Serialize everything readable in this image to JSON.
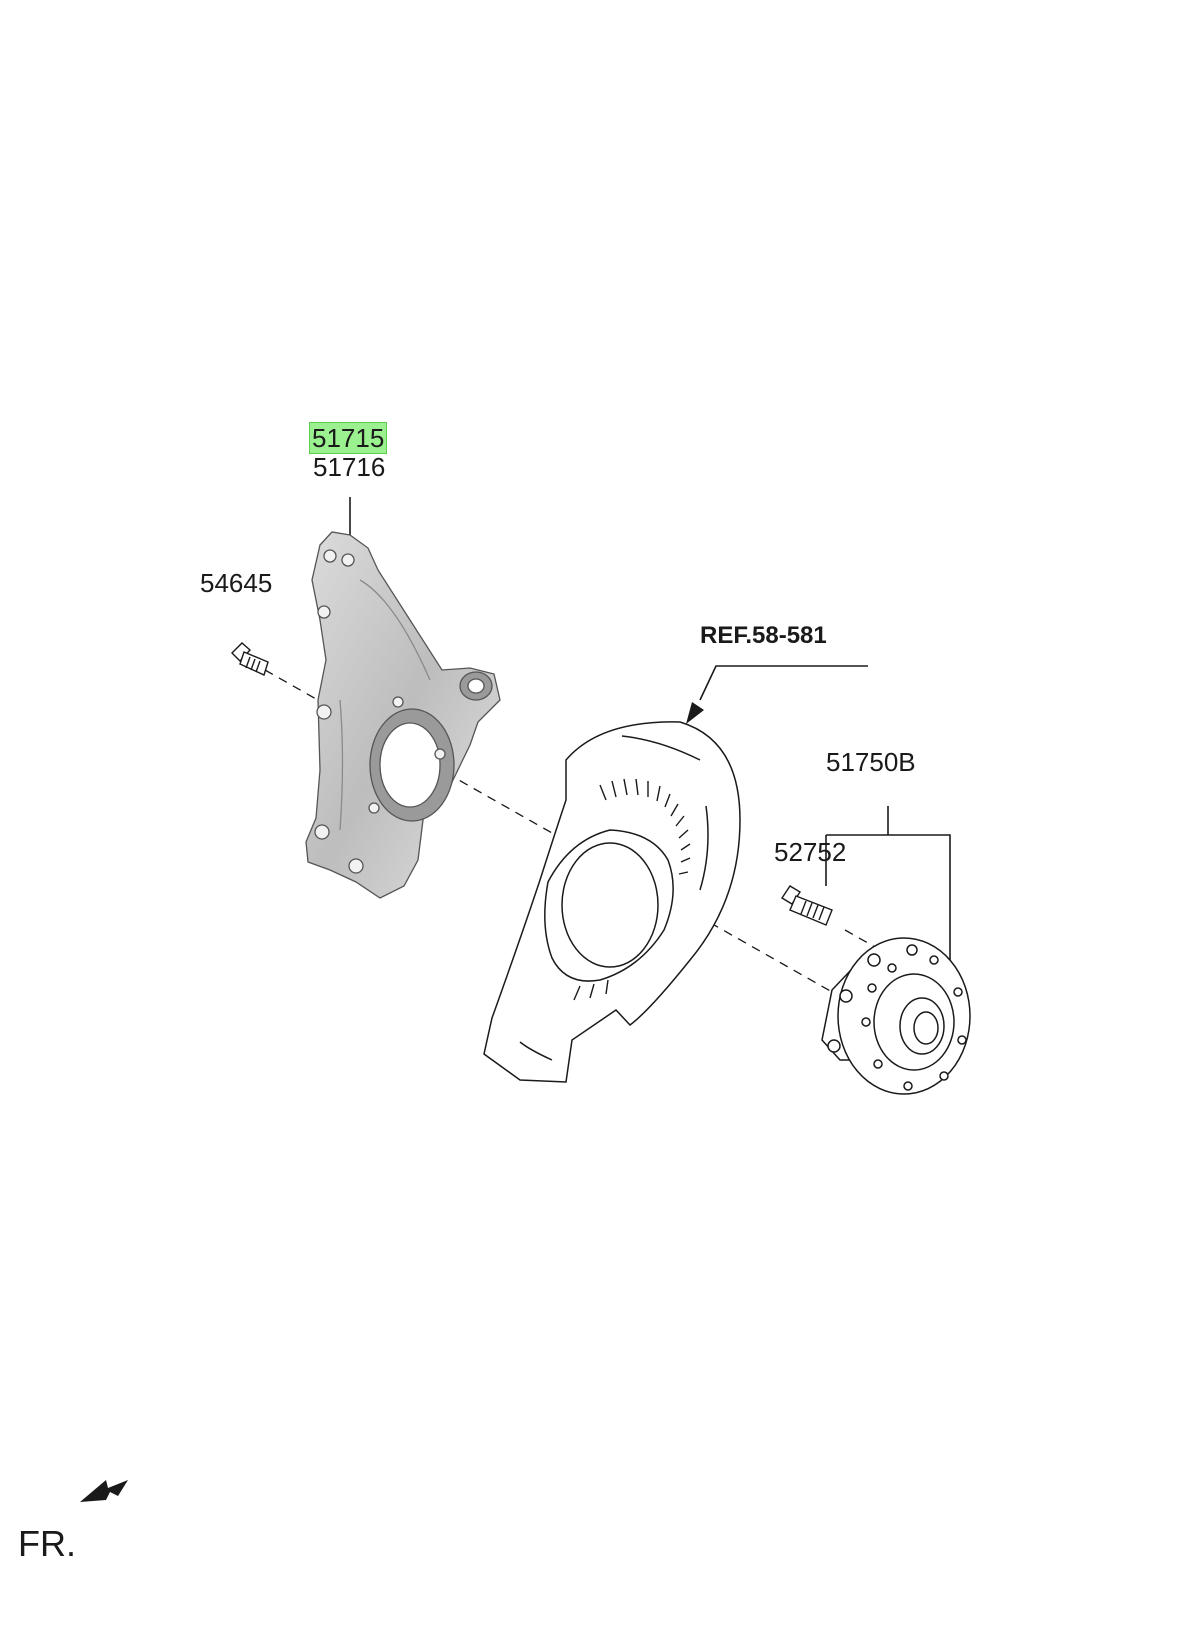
{
  "labels": {
    "knuckle_lh": "51715",
    "knuckle_rh": "51716",
    "bolt": "54645",
    "ref": "REF.58-581",
    "hub_assy": "51750B",
    "hub_bolt": "52752",
    "front": "FR."
  },
  "colors": {
    "highlight": "#9bf08f",
    "line": "#1a1a1a",
    "knuckle_fill": "#c9c9c9"
  },
  "icons": {
    "front_arrow": "front-arrow-icon"
  }
}
